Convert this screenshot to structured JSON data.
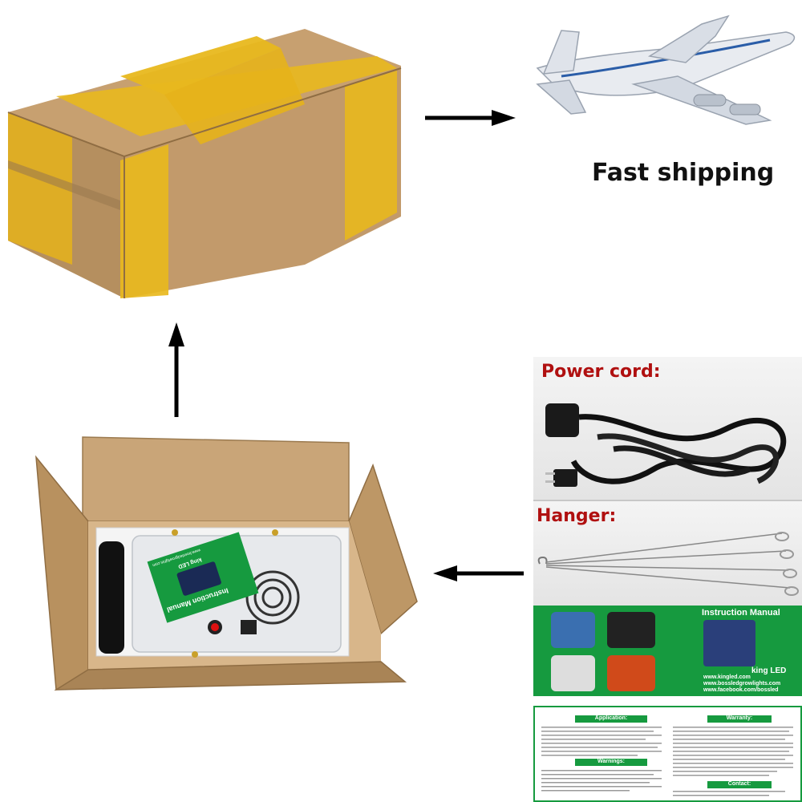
{
  "labels": {
    "fast_shipping": "Fast shipping",
    "power_cord": "Power cord:",
    "hanger": "Hanger:"
  },
  "manual_cover": {
    "title": "Instruction Manual",
    "brand": "king LED",
    "links": [
      "www.kingled.com",
      "www.bossledgrowlights.com",
      "www.facebook.com/bossled"
    ]
  },
  "manual_sheet": {
    "application_heading": "Application:",
    "warranty_heading": "Warranty:",
    "warnings_heading": "Warnings:",
    "contact_heading": "Contact:"
  },
  "box_manual": {
    "title": "Instruction Manual",
    "brand": "king LED",
    "link": "www.bossledgrowlights.com"
  },
  "colors": {
    "tape": "#e8b81e",
    "cardboard": "#c19a6b",
    "label_red": "#b01010",
    "manual_green": "#169a3f"
  }
}
